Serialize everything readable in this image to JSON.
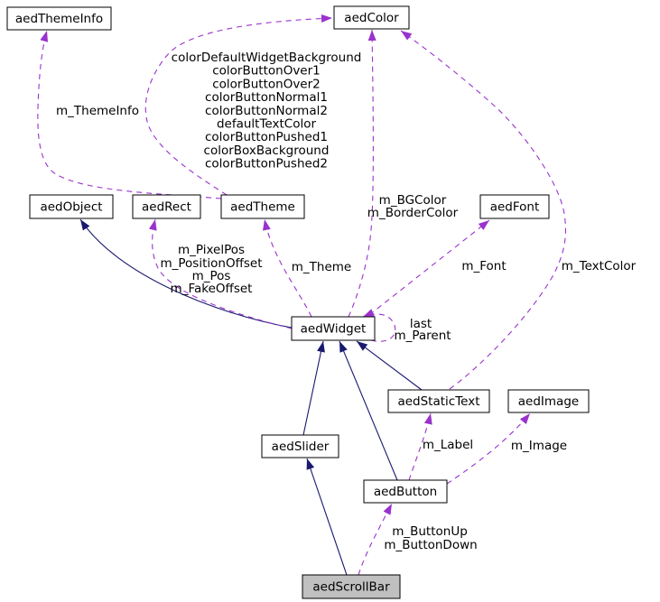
{
  "diagram": {
    "type": "collaboration-graph",
    "background": "#ffffff",
    "colors": {
      "inheritance_edge": "#191970",
      "usage_edge": "#9a32cd",
      "node_fill": "#ffffff",
      "node_border": "#000000",
      "selected_node_fill": "#c0c0c0",
      "text": "#000000"
    },
    "nodes": {
      "themeInfo": "aedThemeInfo",
      "color": "aedColor",
      "object": "aedObject",
      "rect": "aedRect",
      "theme": "aedTheme",
      "font": "aedFont",
      "widget": "aedWidget",
      "staticText": "aedStaticText",
      "image": "aedImage",
      "slider": "aedSlider",
      "button": "aedButton",
      "scrollBar": "aedScrollBar"
    },
    "edge_labels": {
      "theme_to_themeinfo": "m_ThemeInfo",
      "theme_to_color": [
        "colorDefaultWidgetBackground",
        "colorButtonOver1",
        "colorButtonOver2",
        "colorButtonNormal1",
        "colorButtonNormal2",
        "defaultTextColor",
        "colorButtonPushed1",
        "colorBoxBackground",
        "colorButtonPushed2"
      ],
      "widget_to_color": [
        "m_BGColor",
        "m_BorderColor"
      ],
      "widget_to_rect": [
        "m_PixelPos",
        "m_PositionOffset",
        "m_Pos",
        "m_FakeOffset"
      ],
      "widget_to_theme": "m_Theme",
      "widget_to_font": "m_Font",
      "statictext_to_color": "m_TextColor",
      "widget_self": [
        "last",
        "m_Parent"
      ],
      "button_to_statictext": "m_Label",
      "button_to_image": "m_Image",
      "scrollbar_to_button": [
        "m_ButtonUp",
        "m_ButtonDown"
      ]
    }
  }
}
